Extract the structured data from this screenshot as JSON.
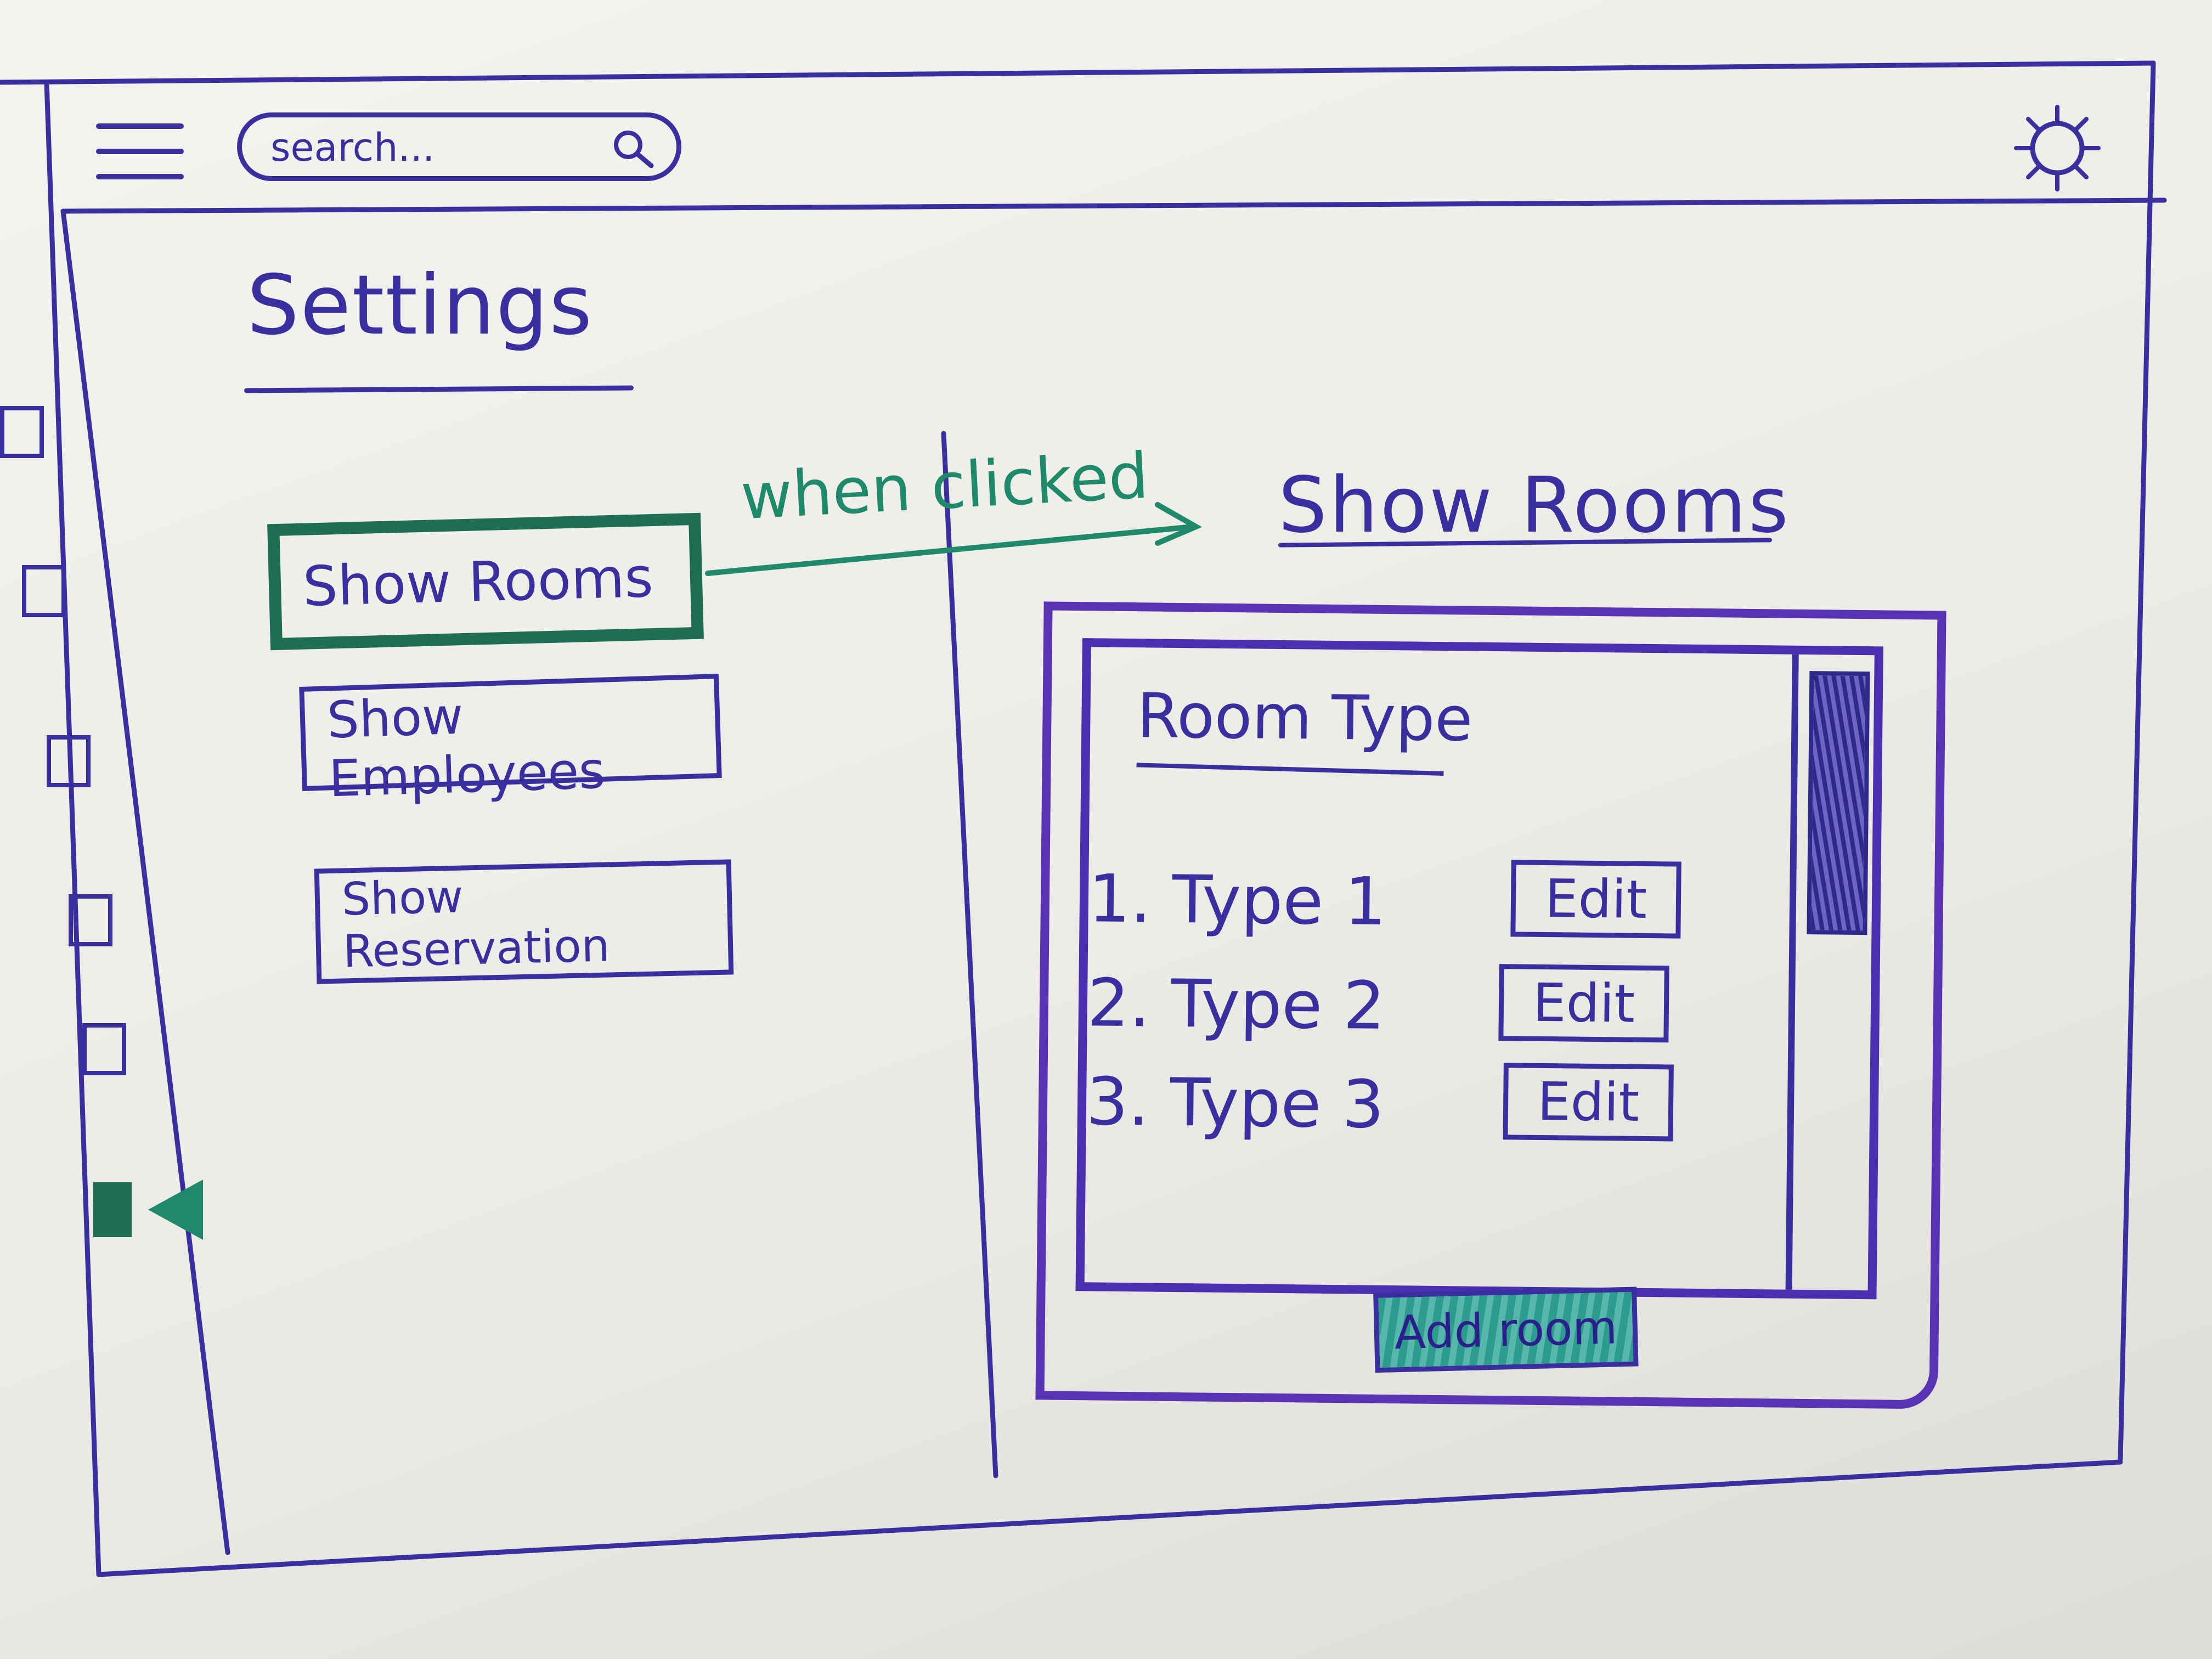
{
  "header": {
    "search": {
      "placeholder": "search..."
    }
  },
  "main": {
    "title": "Settings",
    "buttons": {
      "show_rooms": "Show Rooms",
      "show_employees": "Show Employees",
      "show_reservation": "Show Reservation"
    }
  },
  "annotation": {
    "text": "when clicked"
  },
  "panel": {
    "heading": "Show Rooms",
    "list_heading": "Room Type",
    "rooms": [
      {
        "label": "1. Type 1",
        "action": "Edit"
      },
      {
        "label": "2. Type 2",
        "action": "Edit"
      },
      {
        "label": "3. Type 3",
        "action": "Edit"
      }
    ],
    "add_button": "Add room"
  },
  "icons": {
    "menu": "hamburger-menu-icon",
    "search": "search-icon",
    "settings": "gear-icon",
    "sidebar": [
      "sidebar-box-icon",
      "sidebar-box-icon",
      "sidebar-box-icon",
      "sidebar-box-icon",
      "sidebar-box-icon",
      "active-marker-icon"
    ]
  },
  "colors": {
    "ink": "#3a2f9e",
    "active": "#1e6e55",
    "annotation": "#1f8a6a",
    "dialog_border": "#5a33b5",
    "add_button_fill": "#2d9c8e"
  }
}
